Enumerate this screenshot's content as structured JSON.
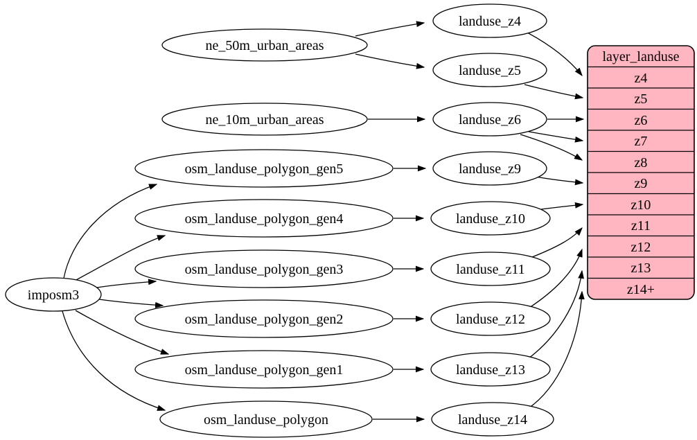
{
  "diagram": {
    "colors": {
      "background": "#ffffff",
      "node_fill": "#ffffff",
      "edge_color": "#000000",
      "table_fill": "#ffb6c1",
      "table_border": "#000000"
    },
    "nodes": {
      "imposm3": {
        "label": "imposm3"
      },
      "ne_50m_urban_areas": {
        "label": "ne_50m_urban_areas"
      },
      "ne_10m_urban_areas": {
        "label": "ne_10m_urban_areas"
      },
      "osm_landuse_polygon_gen5": {
        "label": "osm_landuse_polygon_gen5"
      },
      "osm_landuse_polygon_gen4": {
        "label": "osm_landuse_polygon_gen4"
      },
      "osm_landuse_polygon_gen3": {
        "label": "osm_landuse_polygon_gen3"
      },
      "osm_landuse_polygon_gen2": {
        "label": "osm_landuse_polygon_gen2"
      },
      "osm_landuse_polygon_gen1": {
        "label": "osm_landuse_polygon_gen1"
      },
      "osm_landuse_polygon": {
        "label": "osm_landuse_polygon"
      },
      "landuse_z4": {
        "label": "landuse_z4"
      },
      "landuse_z5": {
        "label": "landuse_z5"
      },
      "landuse_z6": {
        "label": "landuse_z6"
      },
      "landuse_z9": {
        "label": "landuse_z9"
      },
      "landuse_z10": {
        "label": "landuse_z10"
      },
      "landuse_z11": {
        "label": "landuse_z11"
      },
      "landuse_z12": {
        "label": "landuse_z12"
      },
      "landuse_z13": {
        "label": "landuse_z13"
      },
      "landuse_z14": {
        "label": "landuse_z14"
      }
    },
    "table": {
      "title": "layer_landuse",
      "rows": [
        "z4",
        "z5",
        "z6",
        "z7",
        "z8",
        "z9",
        "z10",
        "z11",
        "z12",
        "z13",
        "z14+"
      ]
    },
    "edges": [
      {
        "from": "ne_50m_urban_areas",
        "to": "landuse_z4"
      },
      {
        "from": "ne_50m_urban_areas",
        "to": "landuse_z5"
      },
      {
        "from": "ne_10m_urban_areas",
        "to": "landuse_z6"
      },
      {
        "from": "imposm3",
        "to": "osm_landuse_polygon_gen5"
      },
      {
        "from": "imposm3",
        "to": "osm_landuse_polygon_gen4"
      },
      {
        "from": "imposm3",
        "to": "osm_landuse_polygon_gen3"
      },
      {
        "from": "imposm3",
        "to": "osm_landuse_polygon_gen2"
      },
      {
        "from": "imposm3",
        "to": "osm_landuse_polygon_gen1"
      },
      {
        "from": "imposm3",
        "to": "osm_landuse_polygon"
      },
      {
        "from": "osm_landuse_polygon_gen5",
        "to": "landuse_z9"
      },
      {
        "from": "osm_landuse_polygon_gen4",
        "to": "landuse_z10"
      },
      {
        "from": "osm_landuse_polygon_gen3",
        "to": "landuse_z11"
      },
      {
        "from": "osm_landuse_polygon_gen2",
        "to": "landuse_z12"
      },
      {
        "from": "osm_landuse_polygon_gen1",
        "to": "landuse_z13"
      },
      {
        "from": "osm_landuse_polygon",
        "to": "landuse_z14"
      },
      {
        "from": "landuse_z4",
        "to": "layer_landuse.z4"
      },
      {
        "from": "landuse_z5",
        "to": "layer_landuse.z5"
      },
      {
        "from": "landuse_z6",
        "to": "layer_landuse.z6"
      },
      {
        "from": "landuse_z6",
        "to": "layer_landuse.z7"
      },
      {
        "from": "landuse_z6",
        "to": "layer_landuse.z8"
      },
      {
        "from": "landuse_z9",
        "to": "layer_landuse.z9"
      },
      {
        "from": "landuse_z10",
        "to": "layer_landuse.z10"
      },
      {
        "from": "landuse_z11",
        "to": "layer_landuse.z11"
      },
      {
        "from": "landuse_z12",
        "to": "layer_landuse.z12"
      },
      {
        "from": "landuse_z13",
        "to": "layer_landuse.z13"
      },
      {
        "from": "landuse_z14",
        "to": "layer_landuse.z14+"
      }
    ]
  }
}
